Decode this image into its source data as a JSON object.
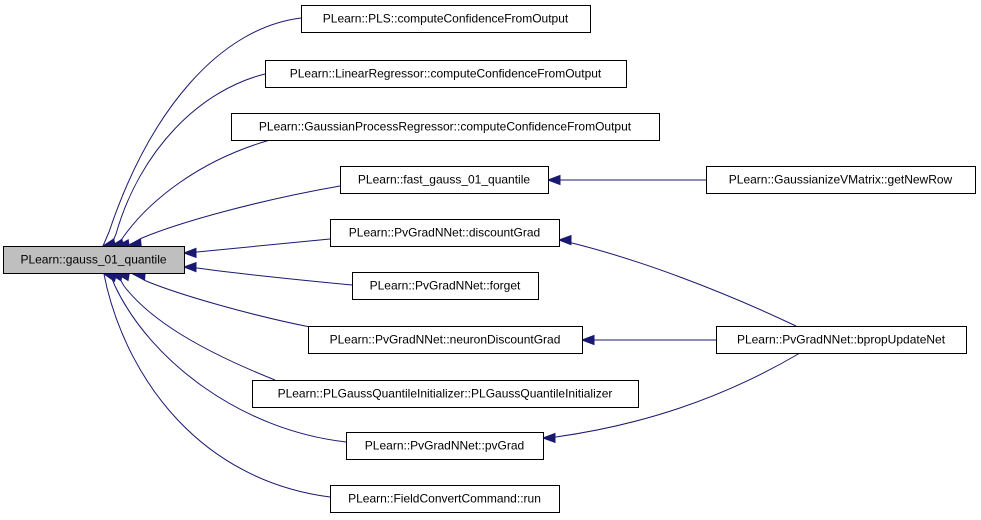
{
  "graph": {
    "nodes": [
      {
        "id": "root",
        "label": "PLearn::gauss_01_quantile"
      },
      {
        "id": "pls",
        "label": "PLearn::PLS::computeConfidenceFromOutput"
      },
      {
        "id": "linreg",
        "label": "PLearn::LinearRegressor::computeConfidenceFromOutput"
      },
      {
        "id": "gpr",
        "label": "PLearn::GaussianProcessRegressor::computeConfidenceFromOutput"
      },
      {
        "id": "fastgq",
        "label": "PLearn::fast_gauss_01_quantile"
      },
      {
        "id": "discgrad",
        "label": "PLearn::PvGradNNet::discountGrad"
      },
      {
        "id": "forget",
        "label": "PLearn::PvGradNNet::forget"
      },
      {
        "id": "neurondisc",
        "label": "PLearn::PvGradNNet::neuronDiscountGrad"
      },
      {
        "id": "plgauss",
        "label": "PLearn::PLGaussQuantileInitializer::PLGaussQuantileInitializer"
      },
      {
        "id": "pvgrad",
        "label": "PLearn::PvGradNNet::pvGrad"
      },
      {
        "id": "fieldrun",
        "label": "PLearn::FieldConvertCommand::run"
      },
      {
        "id": "getnewrow",
        "label": "PLearn::GaussianizeVMatrix::getNewRow"
      },
      {
        "id": "bprop",
        "label": "PLearn::PvGradNNet::bpropUpdateNet"
      }
    ],
    "edges": [
      {
        "from": "pls",
        "to": "root"
      },
      {
        "from": "linreg",
        "to": "root"
      },
      {
        "from": "gpr",
        "to": "root"
      },
      {
        "from": "fastgq",
        "to": "root"
      },
      {
        "from": "discgrad",
        "to": "root"
      },
      {
        "from": "forget",
        "to": "root"
      },
      {
        "from": "neurondisc",
        "to": "root"
      },
      {
        "from": "plgauss",
        "to": "root"
      },
      {
        "from": "pvgrad",
        "to": "root"
      },
      {
        "from": "fieldrun",
        "to": "root"
      },
      {
        "from": "getnewrow",
        "to": "fastgq"
      },
      {
        "from": "bprop",
        "to": "discgrad"
      },
      {
        "from": "bprop",
        "to": "neurondisc"
      },
      {
        "from": "bprop",
        "to": "pvgrad"
      }
    ]
  }
}
